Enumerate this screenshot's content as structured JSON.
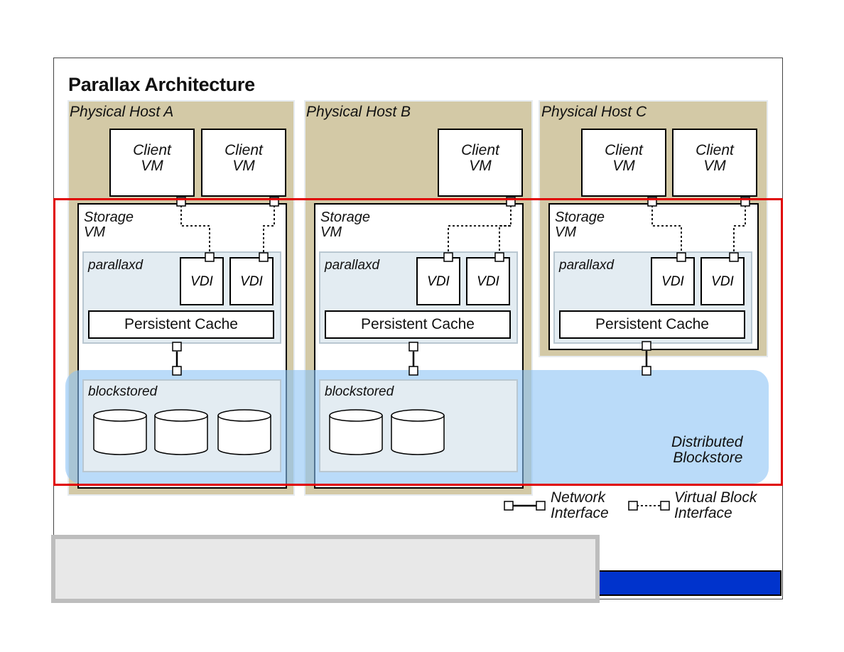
{
  "title": "Parallax Architecture",
  "hosts": [
    {
      "label": "Physical Host A"
    },
    {
      "label": "Physical Host B"
    },
    {
      "label": "Physical Host C"
    }
  ],
  "client_vm": {
    "line1": "Client",
    "line2": "VM"
  },
  "storage_vm": {
    "line1": "Storage",
    "line2": "VM"
  },
  "parallaxd": "parallaxd",
  "vdi": "VDI",
  "persistent_cache": "Persistent Cache",
  "blockstored": "blockstored",
  "distributed": {
    "line1": "Distributed",
    "line2": "Blockstore"
  },
  "legend": {
    "network": {
      "line1": "Network",
      "line2": "Interface"
    },
    "virtual": {
      "line1": "Virtual Block",
      "line2": "Interface"
    }
  },
  "colors": {
    "host_bg": "#d3c9a6",
    "panel_bg": "#e3ecf2",
    "distributed_bg": "#8cc3f5",
    "highlight": "#e00000",
    "bar": "#0033cc"
  }
}
